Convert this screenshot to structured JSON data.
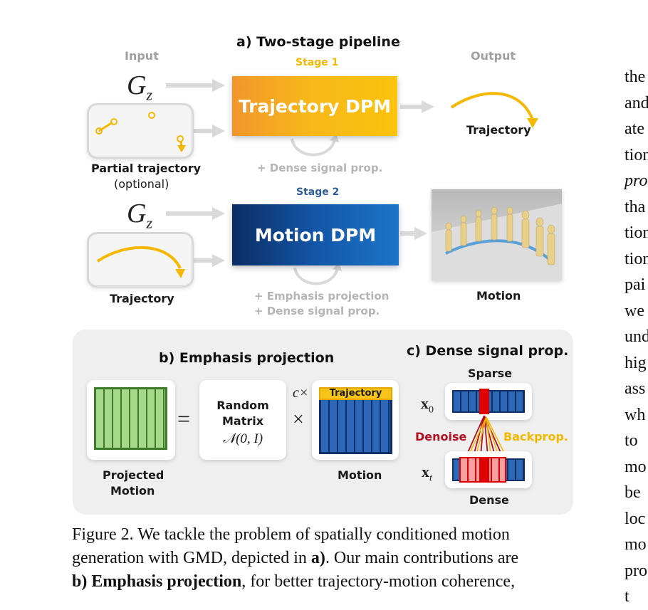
{
  "figure": {
    "title_a": "a) Two-stage pipeline",
    "input_label": "Input",
    "output_label": "Output",
    "stage1_label": "Stage 1",
    "stage2_label": "Stage 2",
    "gz_main": "G",
    "gz_sub": "z",
    "trajectory_dpm": "Trajectory DPM",
    "motion_dpm": "Motion DPM",
    "partial_trajectory": "Partial trajectory",
    "optional": "(optional)",
    "trajectory_output": "Trajectory",
    "trajectory_input2": "Trajectory",
    "motion_output": "Motion",
    "dense_signal_note1": "+ Dense signal prop.",
    "emphasis_note2": "+ Emphasis projection",
    "dense_signal_note2": "+ Dense signal prop.",
    "title_b": "b) Emphasis projection",
    "title_c": "c) Dense signal prop.",
    "projected_motion_line1": "Projected",
    "projected_motion_line2": "Motion",
    "equals": "=",
    "times": "×",
    "random_matrix_line1": "Random",
    "random_matrix_line2": "Matrix",
    "normal_dist": "𝒩(0, I)",
    "c_times": "c×",
    "trajectory_bar_label": "Trajectory",
    "motion_label_b": "Motion",
    "sparse_label": "Sparse",
    "dense_label": "Dense",
    "x0_label": "x",
    "x0_sub": "0",
    "xt_label": "x",
    "xt_sub": "t",
    "denoise_label": "Denoise",
    "backprop_label": "Backprop."
  },
  "caption": {
    "line1": "Figure 2. We tackle the problem of spatially conditioned motion",
    "line2_a": "generation with GMD, depicted in ",
    "line2_b": "a)",
    "line2_c": ". Our main contributions are",
    "line3_a": "b) ",
    "line3_b": "Emphasis projection",
    "line3_c": ", for better trajectory-motion coherence,"
  },
  "right_column": [
    "the",
    "and",
    "ate",
    "tion",
    "pro",
    "tha",
    "tion",
    "tion",
    "pai",
    "we",
    "und",
    "hig",
    "ass",
    "wh",
    "to",
    "mo",
    "be",
    "loc",
    "mo",
    "pro",
    "t"
  ],
  "colors": {
    "stage1_yellow": "#f5b800",
    "stage2_blue": "#2d5e99",
    "arrow_gray": "#d9d9d9",
    "motion_blue": "#2356a0",
    "projected_green": "#a6d98a",
    "denoise_red": "#b01020"
  }
}
